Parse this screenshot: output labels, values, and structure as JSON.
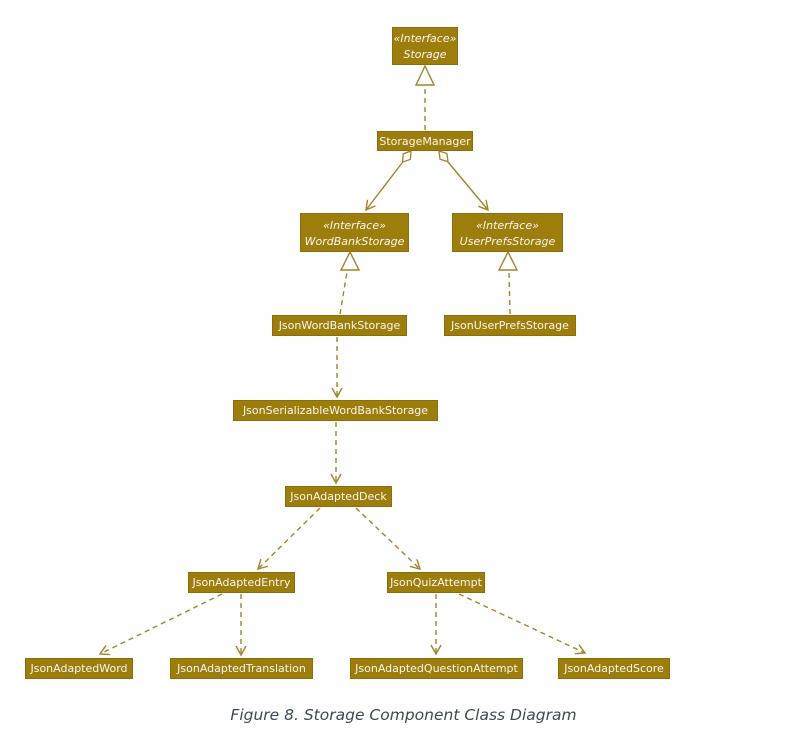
{
  "figure": {
    "caption": "Figure 8. Storage Component Class Diagram"
  },
  "diagram": {
    "type": "uml-class-diagram",
    "colors": {
      "node_fill": "#9d7d0b",
      "node_border": "#8a6e08",
      "node_text": "#f7f6f2",
      "edge": "#a1842b",
      "caption_text": "#3e4755",
      "background": "#fefefe"
    },
    "stereotype_label": "«Interface»",
    "nodes": {
      "storage": {
        "stereotype": "«Interface»",
        "label": "Storage"
      },
      "storage_manager": {
        "label": "StorageManager"
      },
      "word_bank_storage": {
        "stereotype": "«Interface»",
        "label": "WordBankStorage"
      },
      "user_prefs_storage": {
        "stereotype": "«Interface»",
        "label": "UserPrefsStorage"
      },
      "json_word_bank_storage": {
        "label": "JsonWordBankStorage"
      },
      "json_user_prefs_storage": {
        "label": "JsonUserPrefsStorage"
      },
      "json_serializable_word_bank_storage": {
        "label": "JsonSerializableWordBankStorage"
      },
      "json_adapted_deck": {
        "label": "JsonAdaptedDeck"
      },
      "json_adapted_entry": {
        "label": "JsonAdaptedEntry"
      },
      "json_quiz_attempt": {
        "label": "JsonQuizAttempt"
      },
      "json_adapted_word": {
        "label": "JsonAdaptedWord"
      },
      "json_adapted_translation": {
        "label": "JsonAdaptedTranslation"
      },
      "json_adapted_question_attempt": {
        "label": "JsonAdaptedQuestionAttempt"
      },
      "json_adapted_score": {
        "label": "JsonAdaptedScore"
      }
    },
    "edges": [
      {
        "from": "StorageManager",
        "to": "Storage",
        "type": "realization (dashed, hollow triangle)"
      },
      {
        "from": "StorageManager",
        "to": "WordBankStorage",
        "type": "aggregation (open diamond, solid, open arrow)"
      },
      {
        "from": "StorageManager",
        "to": "UserPrefsStorage",
        "type": "aggregation (open diamond, solid, open arrow)"
      },
      {
        "from": "JsonWordBankStorage",
        "to": "WordBankStorage",
        "type": "realization (dashed, hollow triangle)"
      },
      {
        "from": "JsonUserPrefsStorage",
        "to": "UserPrefsStorage",
        "type": "realization (dashed, hollow triangle)"
      },
      {
        "from": "JsonWordBankStorage",
        "to": "JsonSerializableWordBankStorage",
        "type": "dependency (dashed, open arrow)"
      },
      {
        "from": "JsonSerializableWordBankStorage",
        "to": "JsonAdaptedDeck",
        "type": "dependency (dashed, open arrow)"
      },
      {
        "from": "JsonAdaptedDeck",
        "to": "JsonAdaptedEntry",
        "type": "dependency (dashed, open arrow)"
      },
      {
        "from": "JsonAdaptedDeck",
        "to": "JsonQuizAttempt",
        "type": "dependency (dashed, open arrow)"
      },
      {
        "from": "JsonAdaptedEntry",
        "to": "JsonAdaptedWord",
        "type": "dependency (dashed, open arrow)"
      },
      {
        "from": "JsonAdaptedEntry",
        "to": "JsonAdaptedTranslation",
        "type": "dependency (dashed, open arrow)"
      },
      {
        "from": "JsonQuizAttempt",
        "to": "JsonAdaptedQuestionAttempt",
        "type": "dependency (dashed, open arrow)"
      },
      {
        "from": "JsonQuizAttempt",
        "to": "JsonAdaptedScore",
        "type": "dependency (dashed, open arrow)"
      }
    ]
  }
}
